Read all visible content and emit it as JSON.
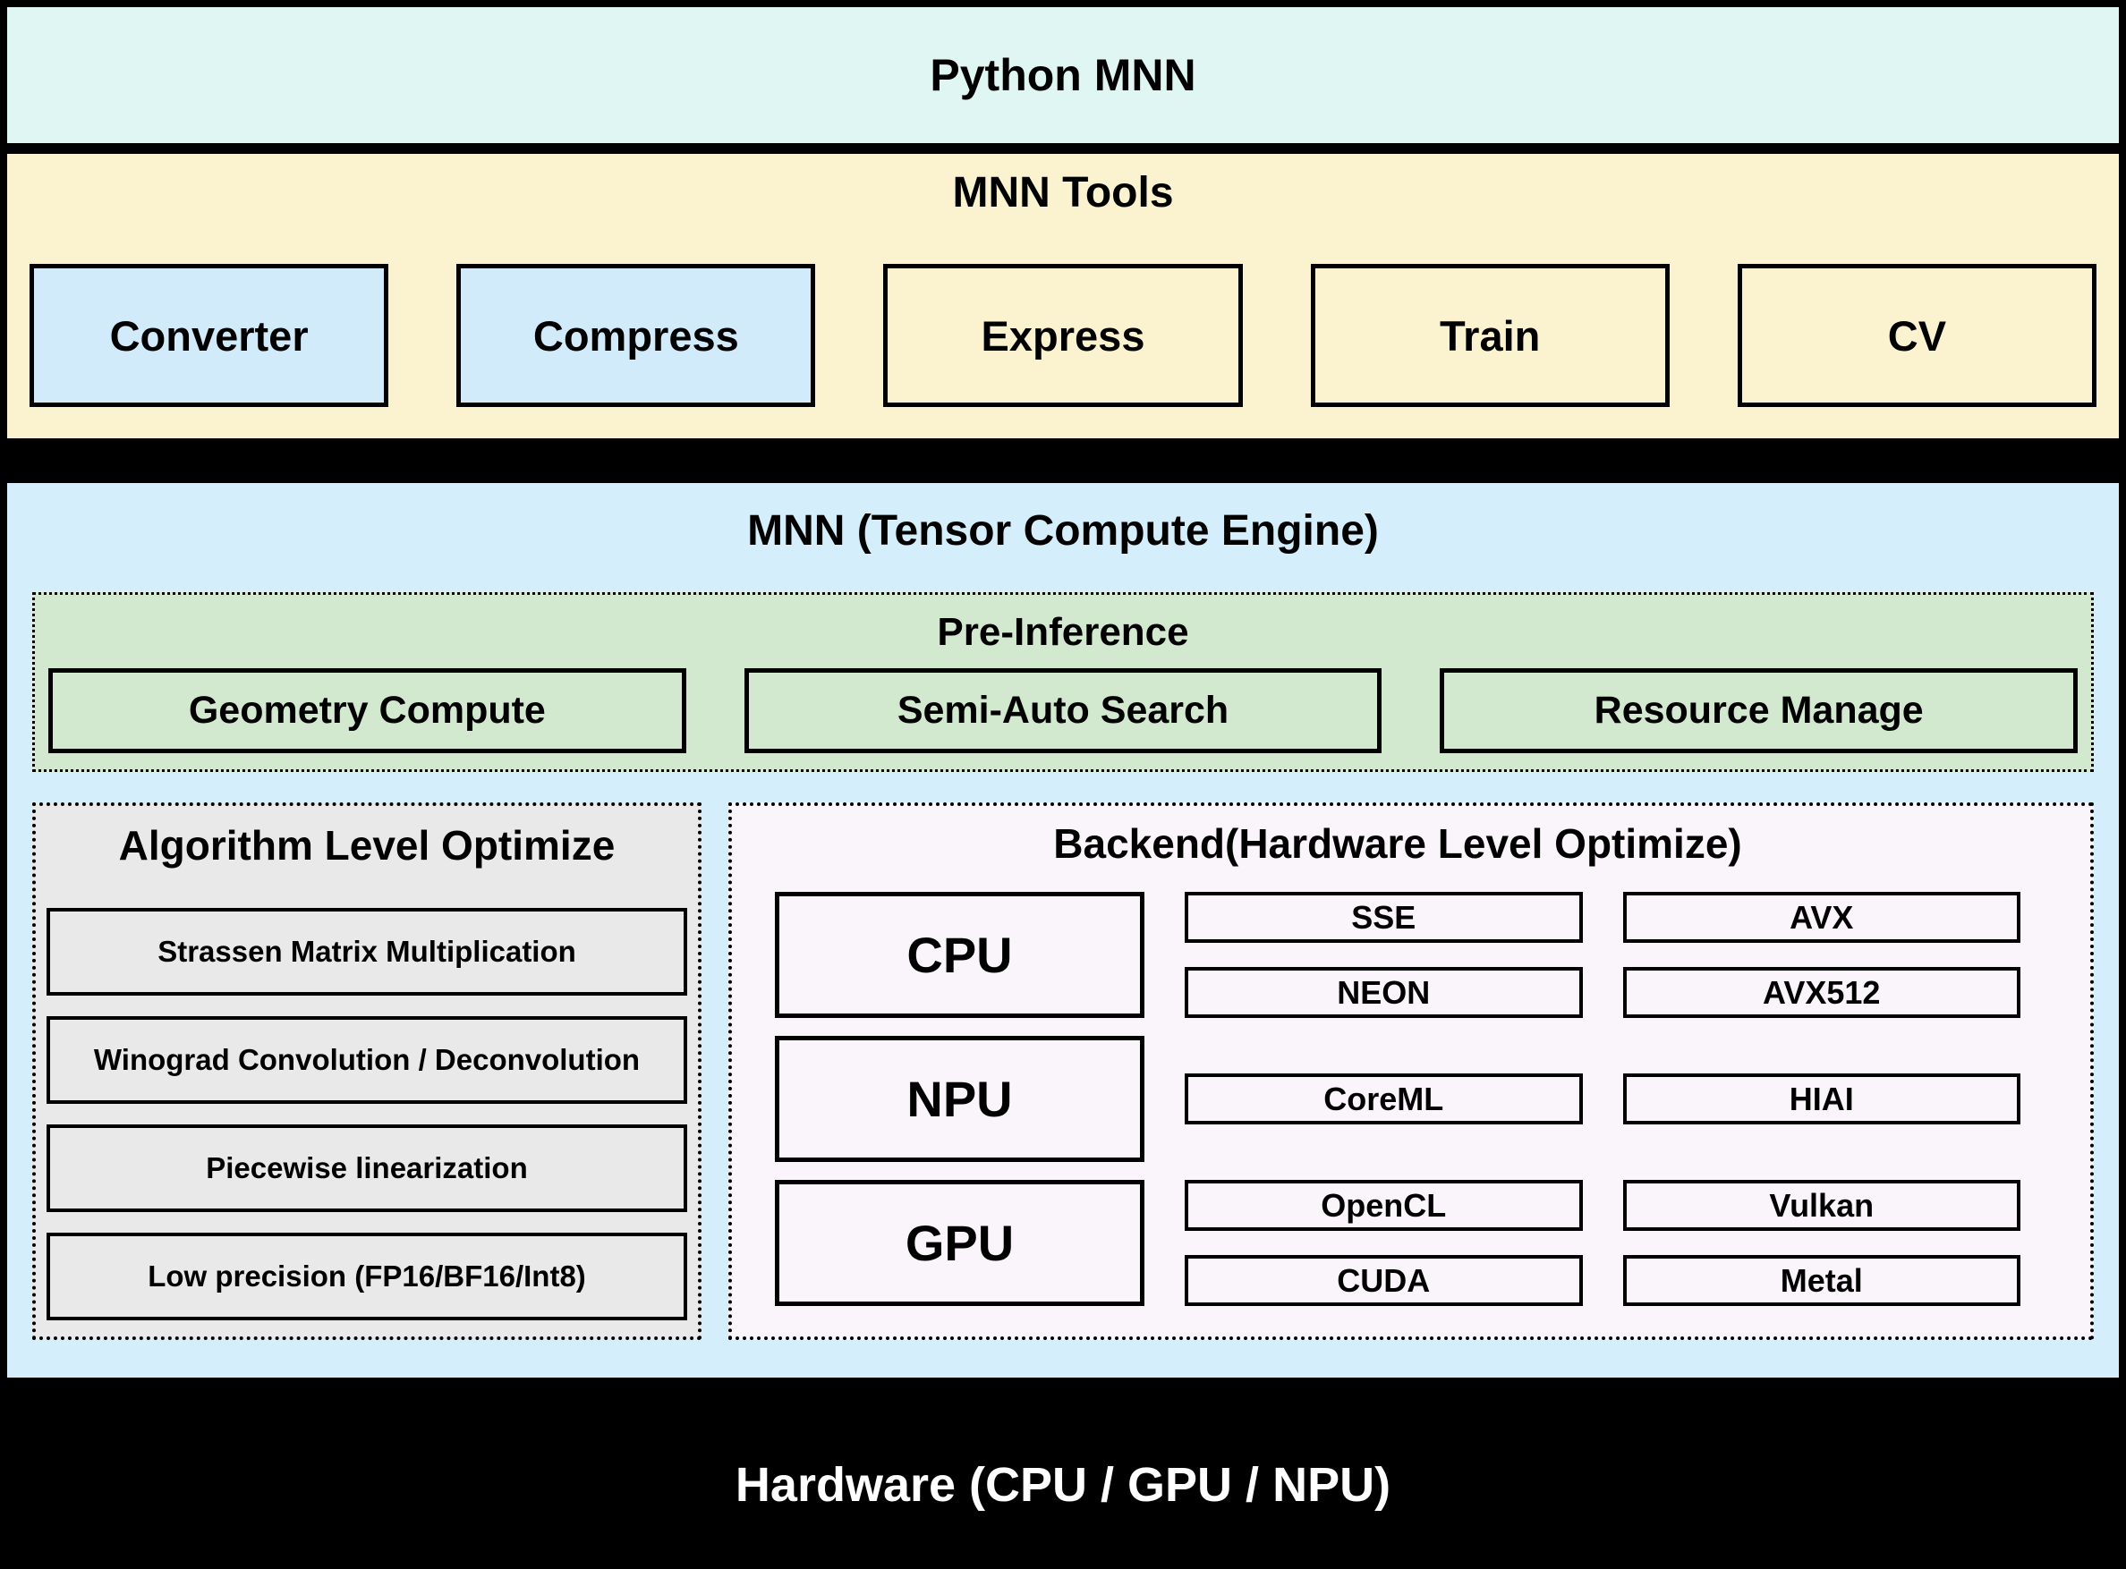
{
  "python_layer": {
    "title": "Python MNN"
  },
  "tools_layer": {
    "title": "MNN Tools",
    "items": [
      {
        "label": "Converter",
        "highlight": true
      },
      {
        "label": "Compress",
        "highlight": true
      },
      {
        "label": "Express",
        "highlight": false
      },
      {
        "label": "Train",
        "highlight": false
      },
      {
        "label": "CV",
        "highlight": false
      }
    ]
  },
  "engine_layer": {
    "title": "MNN (Tensor Compute Engine)",
    "pre_inference": {
      "title": "Pre-Inference",
      "items": [
        "Geometry Compute",
        "Semi-Auto Search",
        "Resource Manage"
      ]
    },
    "algorithm": {
      "title": "Algorithm Level Optimize",
      "items": [
        "Strassen Matrix Multiplication",
        "Winograd Convolution / Deconvolution",
        "Piecewise linearization",
        "Low precision (FP16/BF16/Int8)"
      ]
    },
    "backend": {
      "title": "Backend(Hardware Level Optimize)",
      "groups": [
        {
          "processor": "CPU",
          "col1": [
            "SSE",
            "NEON"
          ],
          "col2": [
            "AVX",
            "AVX512"
          ]
        },
        {
          "processor": "NPU",
          "col1": [
            "CoreML"
          ],
          "col2": [
            "HIAI"
          ]
        },
        {
          "processor": "GPU",
          "col1": [
            "OpenCL",
            "CUDA"
          ],
          "col2": [
            "Vulkan",
            "Metal"
          ]
        }
      ]
    }
  },
  "hardware_layer": {
    "title": "Hardware (CPU / GPU / NPU)"
  },
  "colors": {
    "python_bg": "#dff6f2",
    "tools_bg": "#fbf3d0",
    "tool_highlight_bg": "#d2ebfa",
    "engine_bg": "#d5eefb",
    "pre_bg": "#d2e9d0",
    "alg_bg": "#e9e9e9",
    "backend_bg": "#faf5fb",
    "divider": "#000000",
    "hardware_text": "#ffffff"
  }
}
